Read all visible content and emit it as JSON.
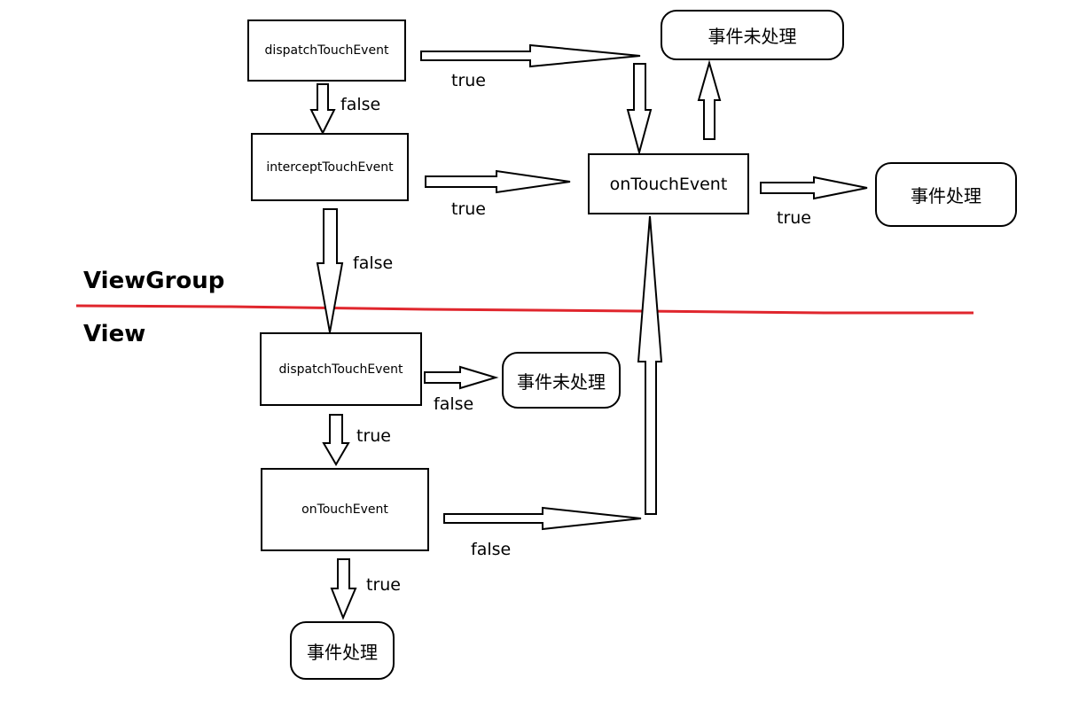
{
  "viewgroup": {
    "dispatch": "dispatchTouchEvent",
    "intercept": "interceptTouchEvent",
    "on_touch": "onTouchEvent",
    "unhandled": "事件未处理",
    "handled": "事件处理"
  },
  "view": {
    "dispatch": "dispatchTouchEvent",
    "on_touch": "onTouchEvent",
    "unhandled": "事件未处理",
    "handled": "事件处理"
  },
  "sections": {
    "upper": "ViewGroup",
    "lower": "View"
  },
  "edge_labels": {
    "vg_dispatch_true": "true",
    "vg_dispatch_false": "false",
    "vg_intercept_true": "true",
    "vg_intercept_false": "false",
    "vg_ontouch_true": "true",
    "v_dispatch_false": "false",
    "v_dispatch_true": "true",
    "v_ontouch_false": "false",
    "v_ontouch_true": "true"
  },
  "colors": {
    "divider": "#e0262d",
    "stroke": "#000000",
    "fill": "#ffffff"
  }
}
